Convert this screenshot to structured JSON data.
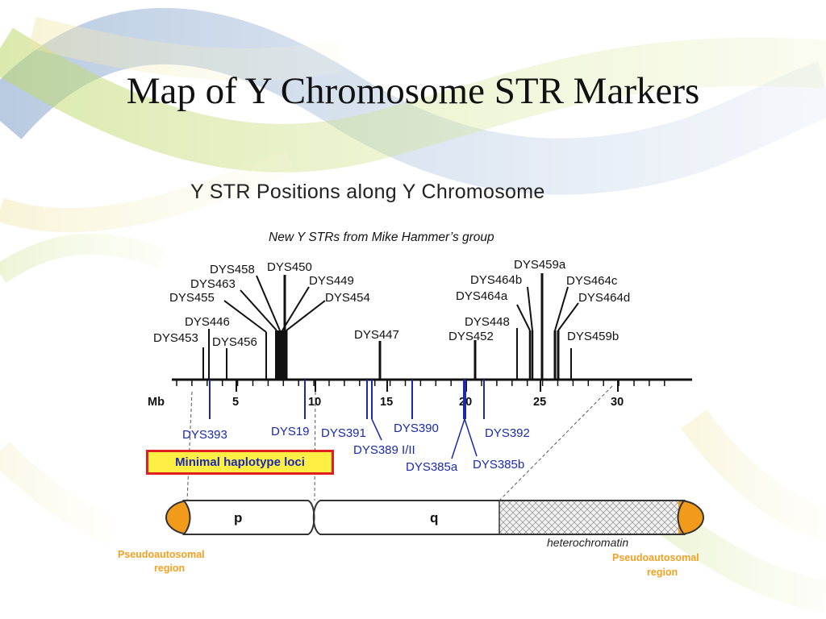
{
  "slide": {
    "title": "Map of Y Chromosome STR Markers"
  },
  "diagram": {
    "title": "Y STR Positions along Y Chromosome",
    "subtitle": "New Y STRs from Mike Hammer’s group",
    "axis_unit": "Mb",
    "axis_ticks": [
      "5",
      "10",
      "15",
      "20",
      "25",
      "30"
    ],
    "new_markers": [
      "DYS458",
      "DYS450",
      "DYS463",
      "DYS449",
      "DYS455",
      "DYS454",
      "DYS446",
      "DYS453",
      "DYS456",
      "DYS447",
      "DYS459a",
      "DYS464b",
      "DYS464c",
      "DYS464a",
      "DYS464d",
      "DYS448",
      "DYS452",
      "DYS459b"
    ],
    "minimal_markers": [
      "DYS393",
      "DYS19",
      "DYS391",
      "DYS390",
      "DYS389 I/II",
      "DYS385a",
      "DYS385b",
      "DYS392"
    ],
    "legend": "Minimal haplotype loci",
    "arms": {
      "p": "p",
      "q": "q"
    },
    "heterochromatin": "heterochromatin",
    "pseudo_left": [
      "Pseudoautosomal",
      "region"
    ],
    "pseudo_right": [
      "Pseudoautosomal",
      "region"
    ],
    "colors": {
      "new_marker": "#111111",
      "minimal_marker": "#1a2ab0",
      "legend_border": "#e02020",
      "legend_fill": "#ffee44",
      "pseudo": "#f4a020"
    }
  }
}
